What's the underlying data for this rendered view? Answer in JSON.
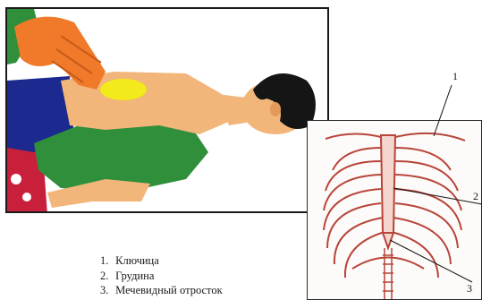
{
  "cpr_illustration": {
    "colors": {
      "rescuer_skin": "#f07a2a",
      "patient_skin": "#f2b57a",
      "hand_placement": "#f2ea1a",
      "hair": "#151515",
      "shirt": "#2f8f3a",
      "trousers": "#1c2a8f",
      "ground": "#c8203a"
    }
  },
  "ribcage": {
    "colors": {
      "bone_outline": "#b8453a",
      "bone_fill": "#f4d6cf"
    }
  },
  "callouts": [
    "1",
    "2",
    "3"
  ],
  "legend": [
    {
      "num": "1.",
      "label": "Ключица"
    },
    {
      "num": "2.",
      "label": "Грудина"
    },
    {
      "num": "3.",
      "label": "Мечевидный отросток"
    }
  ]
}
